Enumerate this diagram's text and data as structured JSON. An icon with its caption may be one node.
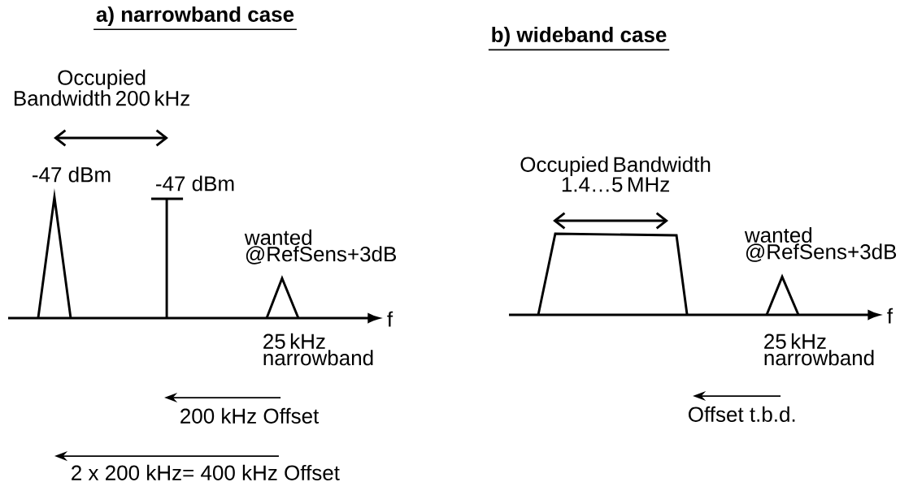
{
  "diagram": {
    "labels": [
      "a) narrowband case",
      "b) wideband case",
      "Occupied Bandwidth 200 kHz",
      "-47 dBm",
      "-47 dBm",
      "Occupied Bandwidth 1.4…5 MHz",
      "wanted @RefSens+3dB",
      "wanted @RefSens+3dB",
      "f",
      "f",
      "25 kHz narrowband",
      "25 kHz narrowband",
      "200 kHz Offset",
      "Offset t.b.d.",
      "2 x 200 kHz= 400 kHz Offset"
    ]
  }
}
